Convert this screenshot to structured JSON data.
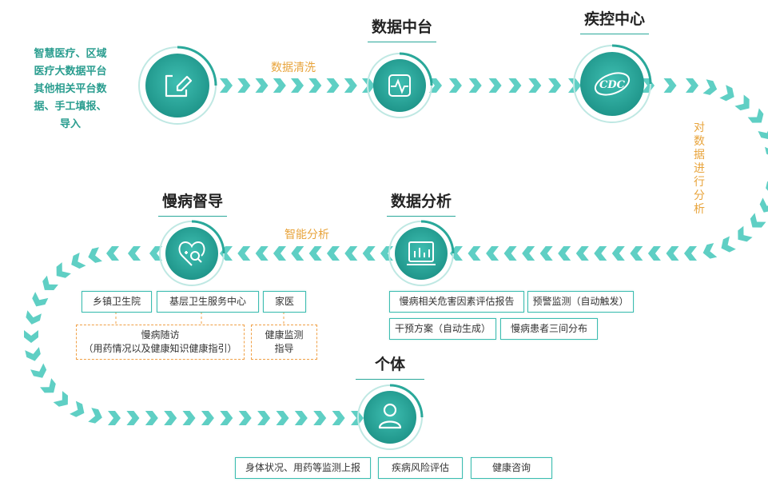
{
  "source_text": [
    "智慧医疗、区域",
    "医疗大数据平台",
    "其他相关平台数",
    "据、手工填报、",
    "导入"
  ],
  "titles": {
    "data_center": "数据中台",
    "cdc": "疾控中心",
    "data_analysis": "数据分析",
    "chronic_supervision": "慢病督导",
    "individual": "个体"
  },
  "flow_labels": {
    "data_cleaning": "数据清洗",
    "analyze_data": [
      "对",
      "数",
      "据",
      "进",
      "行",
      "分",
      "析"
    ],
    "smart_analysis": "智能分析"
  },
  "cdc_logo_text": "CDC",
  "analysis_tags": [
    "慢病相关危害因素评估报告",
    "预警监测（自动触发）",
    "干预方案（自动生成）",
    "慢病患者三间分布"
  ],
  "supervision_tags": [
    "乡镇卫生院",
    "基层卫生服务中心",
    "家医"
  ],
  "supervision_dashed": {
    "followup_title": "慢病随访",
    "followup_detail": "（用药情况以及健康知识健康指引）",
    "health_line1": "健康监测",
    "health_line2": "指导"
  },
  "individual_tags": [
    "身体状况、用药等监测上报",
    "疾病风险评估",
    "健康咨询"
  ],
  "colors": {
    "teal": "#2aa89a",
    "light_teal": "#5fcfc4",
    "orange": "#e8a43c"
  }
}
